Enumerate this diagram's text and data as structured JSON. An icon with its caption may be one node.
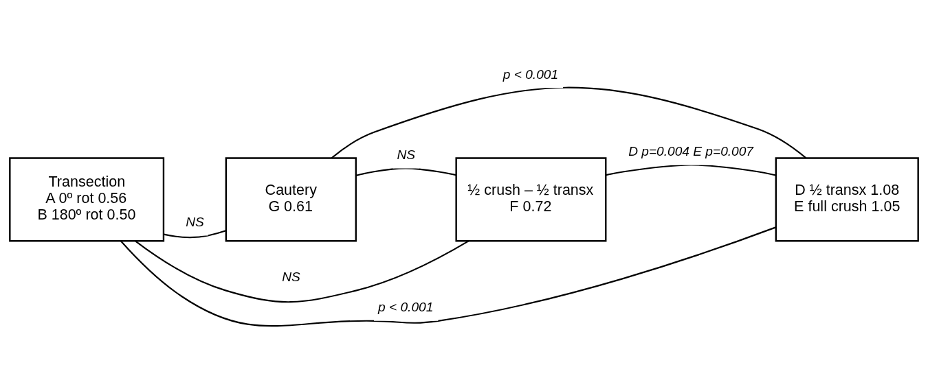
{
  "diagram": {
    "nodes": [
      {
        "text": [
          "Transection",
          "A 0º rot 0.56",
          "B 180º rot 0.50"
        ]
      },
      {
        "text": [
          "Cautery",
          "G 0.61"
        ]
      },
      {
        "text": [
          "½ crush – ½ transx",
          "F 0.72"
        ]
      },
      {
        "text": [
          "D ½ transx 1.08",
          "E full crush 1.05"
        ]
      }
    ],
    "edges": [
      {
        "from": 0,
        "to": 3,
        "arrow": "none",
        "label": "p < 0.001"
      },
      {
        "from": 1,
        "to": 3,
        "arrow": "none",
        "label": "p < 0.001"
      },
      {
        "from": 2,
        "to": 3,
        "arrow": "none",
        "label": "D p=0.004 E p=0.007"
      },
      {
        "from": 0,
        "to": 1,
        "arrow": "none",
        "label": "NS"
      },
      {
        "from": 1,
        "to": 2,
        "arrow": "none",
        "label": "NS"
      },
      {
        "from": 0,
        "to": 2,
        "arrow": "none",
        "label": "NS"
      }
    ]
  }
}
